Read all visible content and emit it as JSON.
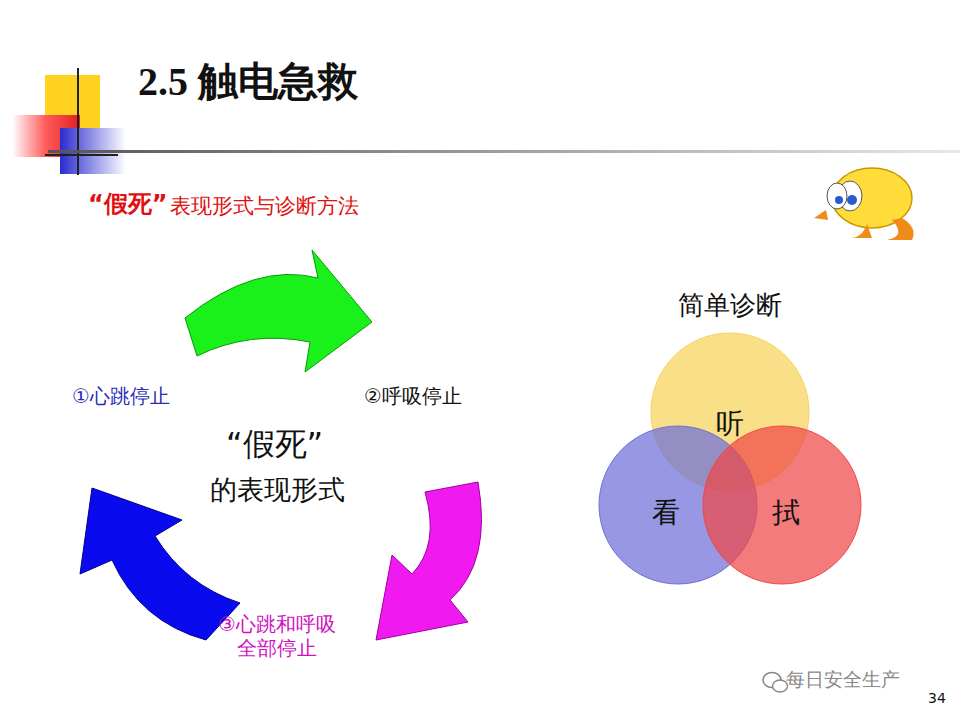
{
  "diagram": {
    "title": "2.5 触电急救",
    "nodes": [
      {
        "text": [
          "听"
        ]
      },
      {
        "text": [
          "看"
        ]
      },
      {
        "text": [
          "拭"
        ]
      }
    ],
    "labels": [
      "“假死”",
      "表现形式与诊断方法",
      "①心跳停止",
      "②呼吸停止",
      "“假死”",
      "的表现形式",
      "③心跳和呼吸 全部停止",
      "简单诊断",
      "每日安全生产",
      "34"
    ]
  }
}
